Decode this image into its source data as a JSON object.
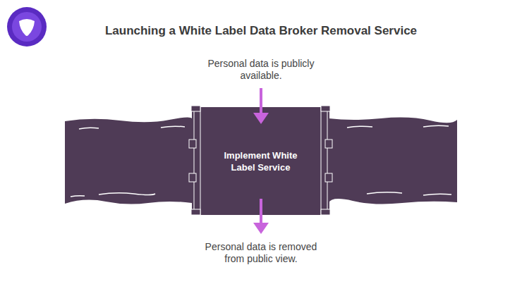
{
  "diagram": {
    "title": "Launching a White Label Data Broker Removal Service",
    "nodes": [
      {
        "text": [
          "Implement White Label Service"
        ]
      }
    ],
    "labels": [
      "Personal data is publicly available.",
      "Personal data is removed from public view."
    ]
  }
}
